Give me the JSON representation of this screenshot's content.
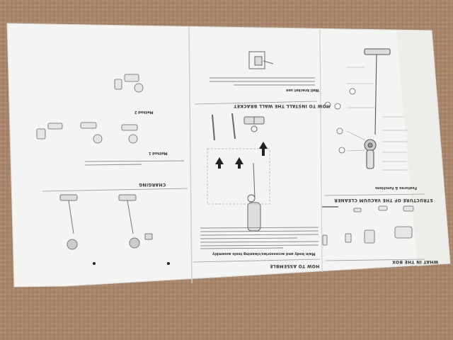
{
  "manual": {
    "what_in_box": "WHAT IN THE BOX",
    "structure_title": "STRUCTURE OF THE VACUUM CLEANER",
    "features_title": "Features & functions",
    "how_to_assemble": "HOW TO ASSEMBLE",
    "main_body_text": "Main body and accessories/cleaning tools assembly",
    "charging": "CHARGING",
    "method_1": "Method 1",
    "method_2": "Method 2",
    "wall_bracket_title": "HOW TO INSTALL THE WALL BRACKET",
    "wall_bracket_use": "Wall bracket use"
  },
  "colors": {
    "carpet": "#a8856a",
    "paper": "#f4f4f2",
    "ink": "#333333"
  }
}
